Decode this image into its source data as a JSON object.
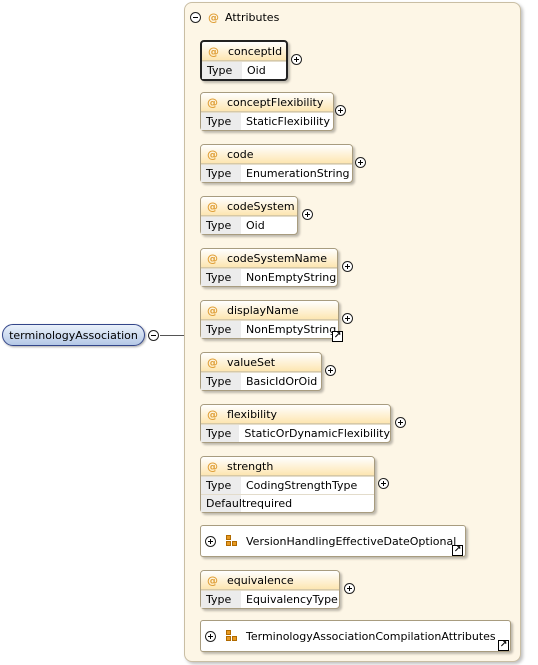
{
  "root": {
    "label": "terminologyAssociation"
  },
  "container": {
    "symbol": "@",
    "title": "Attributes"
  },
  "type_label": "Type",
  "default_label": "Default",
  "attr_symbol": "@",
  "attributes": [
    {
      "name": "conceptId",
      "type": "Oid"
    },
    {
      "name": "conceptFlexibility",
      "type": "StaticFlexibility"
    },
    {
      "name": "code",
      "type": "EnumerationString"
    },
    {
      "name": "codeSystem",
      "type": "Oid"
    },
    {
      "name": "codeSystemName",
      "type": "NonEmptyString"
    },
    {
      "name": "displayName",
      "type": "NonEmptyString"
    },
    {
      "name": "valueSet",
      "type": "BasicIdOrOid"
    },
    {
      "name": "flexibility",
      "type": "StaticOrDynamicFlexibility"
    },
    {
      "name": "strength",
      "type": "CodingStrengthType",
      "default": "required"
    },
    {
      "name": "equivalence",
      "type": "EquivalencyType"
    }
  ],
  "groups": [
    {
      "name": "VersionHandlingEffectiveDateOptional"
    },
    {
      "name": "TerminologyAssociationCompilationAttributes"
    }
  ],
  "icons": {
    "link": "↗"
  }
}
